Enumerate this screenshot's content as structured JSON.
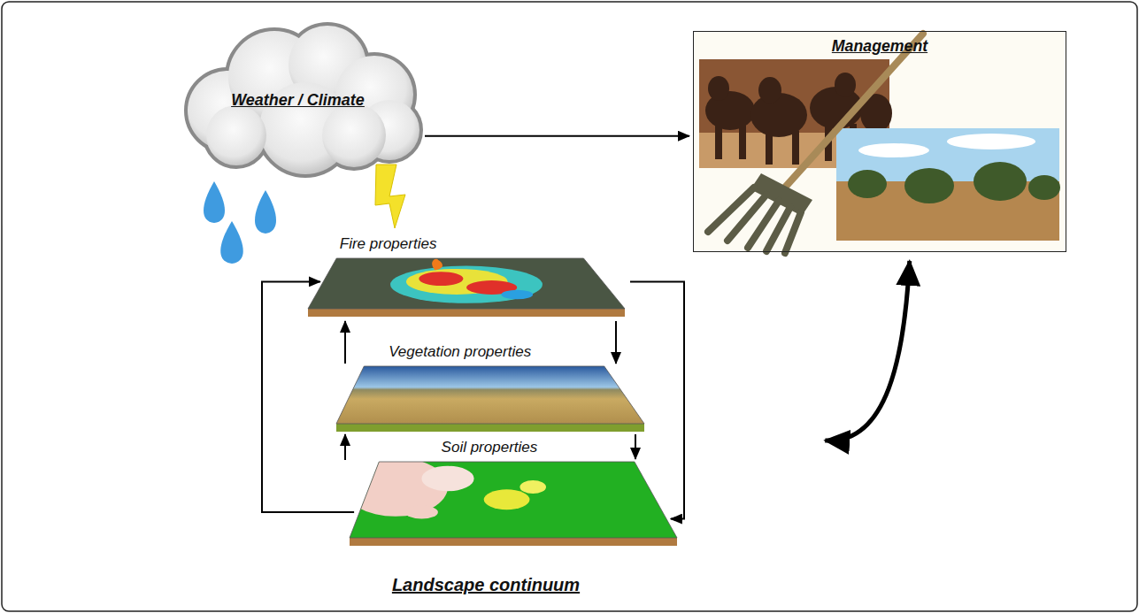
{
  "diagram": {
    "nodes": [
      {
        "text": [
          "Weather / Climate"
        ]
      },
      {
        "text": [
          "Management"
        ]
      },
      {
        "text": [
          "Landscape continuum"
        ]
      },
      {
        "text": [
          "Fire properties"
        ],
        "in": 2
      },
      {
        "text": [
          "Vegetation properties"
        ],
        "in": 2
      },
      {
        "text": [
          "Soil properties"
        ],
        "in": 2
      }
    ],
    "edges": [
      {
        "from": 0,
        "to": 1,
        "arrow": "to"
      },
      {
        "from": 1,
        "to": 2,
        "arrow": "both"
      },
      {
        "from": 3,
        "to": 4,
        "arrow": "to"
      },
      {
        "from": 4,
        "to": 5,
        "arrow": "to"
      },
      {
        "from": 3,
        "to": 5,
        "arrow": "to"
      },
      {
        "from": 5,
        "to": 4,
        "arrow": "to"
      },
      {
        "from": 4,
        "to": 3,
        "arrow": "to"
      },
      {
        "from": 5,
        "to": 3,
        "arrow": "to"
      }
    ]
  }
}
